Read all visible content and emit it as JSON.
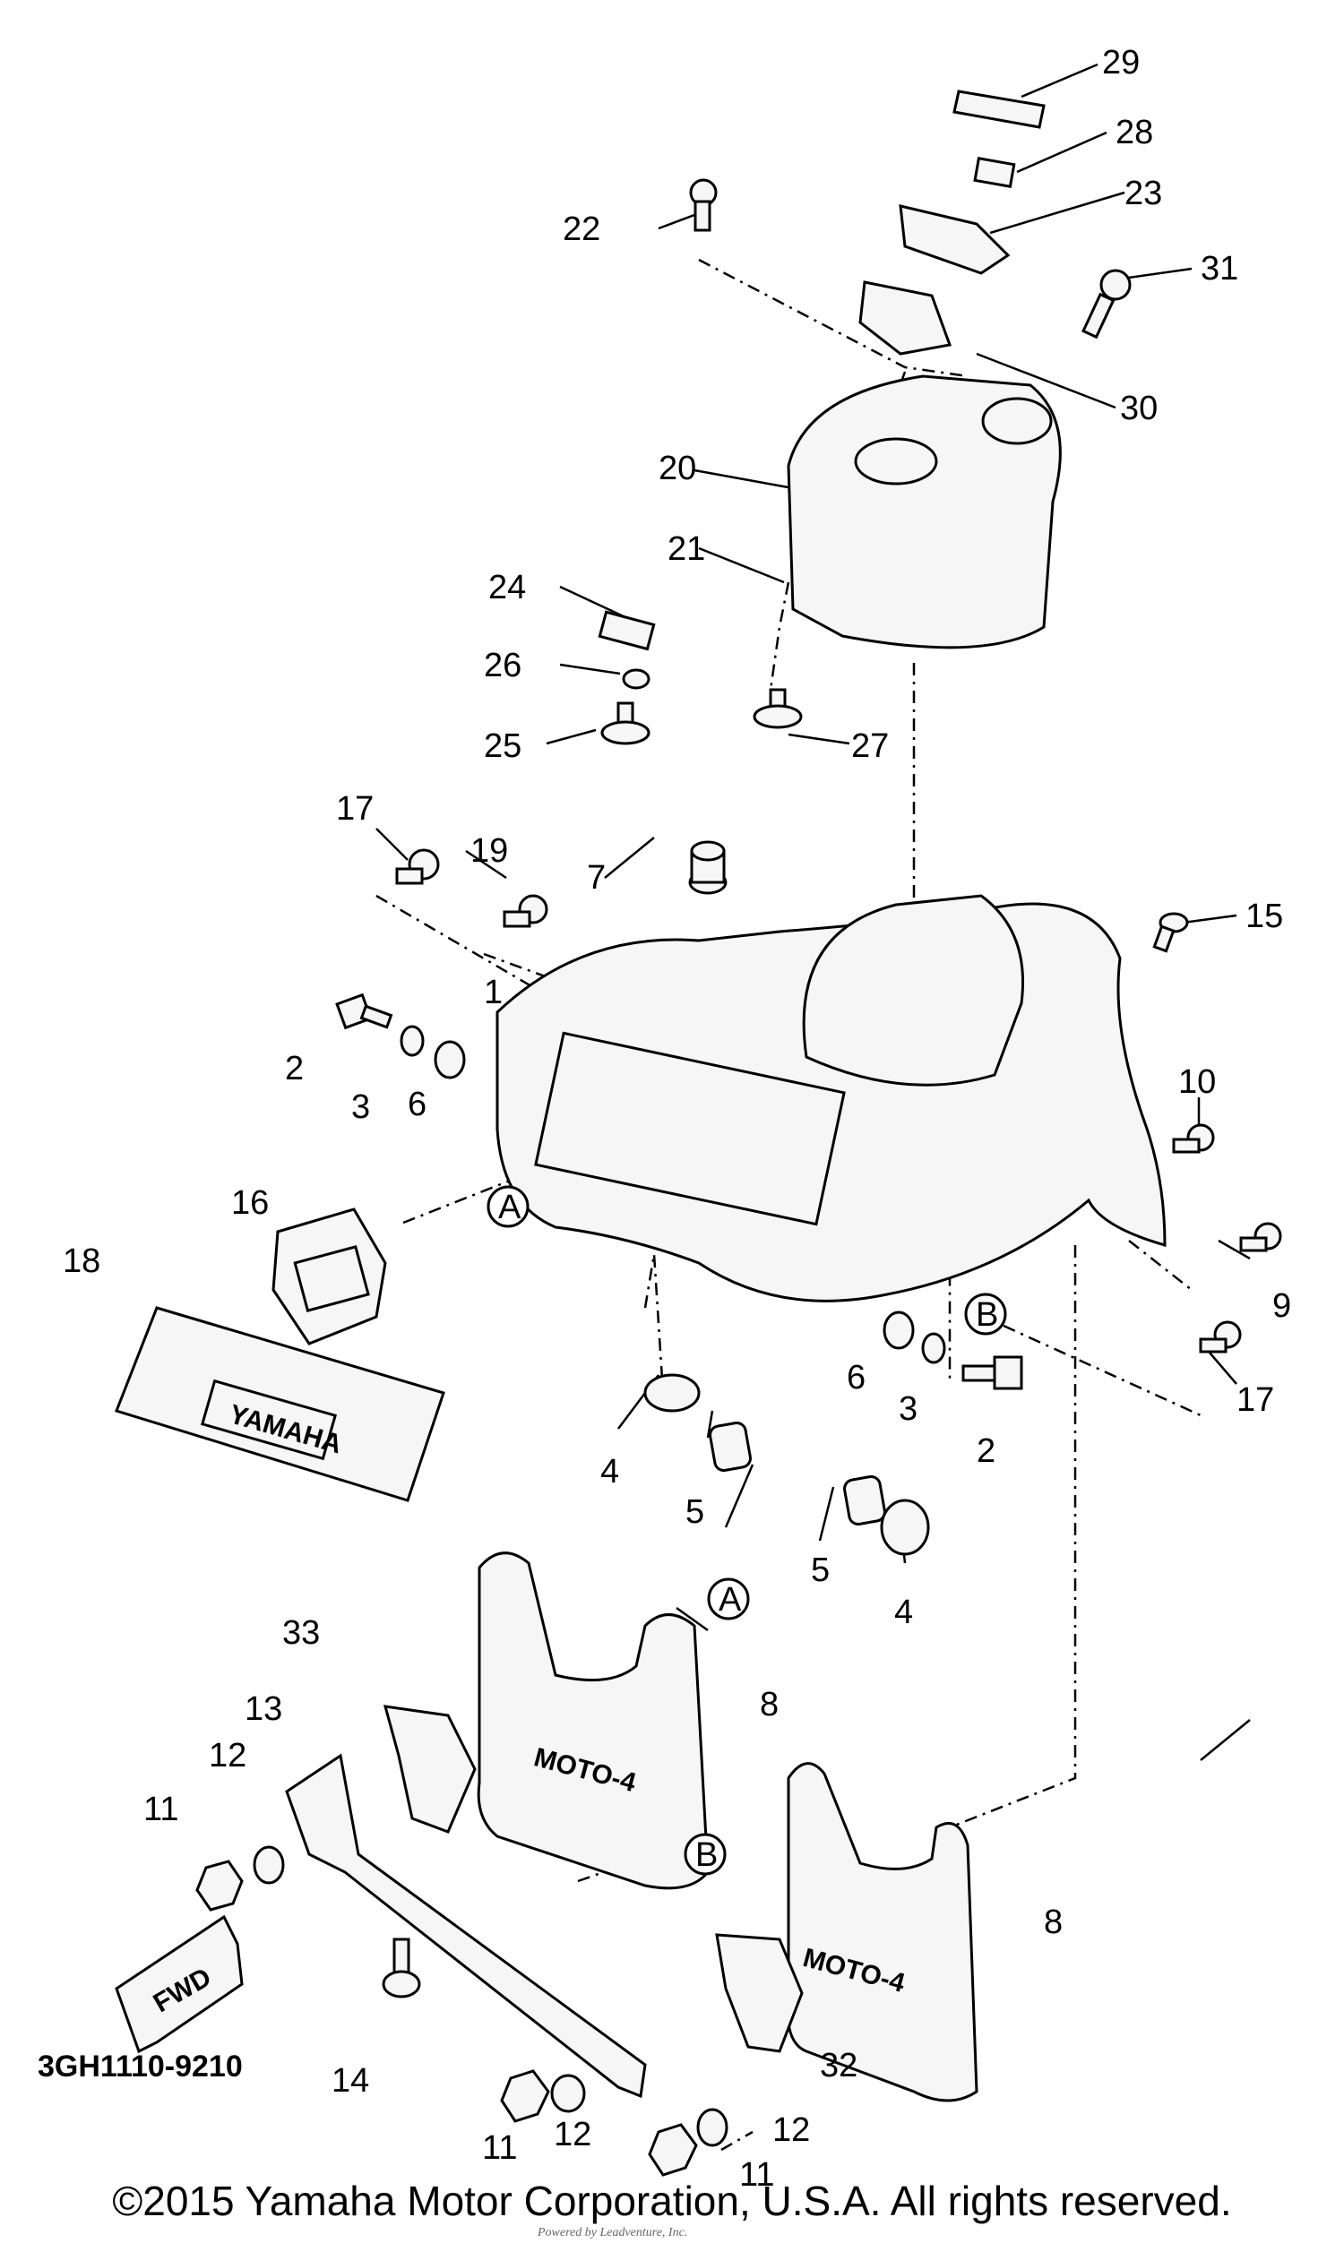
{
  "diagram": {
    "drawing_number": "3GH1110-9210",
    "direction_arrow": "FWD",
    "mudflap_text": "MOTO-4",
    "emblem_text": "YAMAHA",
    "ref_markers": [
      "A",
      "B"
    ],
    "callouts": [
      "29",
      "28",
      "23",
      "22",
      "31",
      "30",
      "20",
      "21",
      "24",
      "26",
      "25",
      "27",
      "17",
      "19",
      "7",
      "15",
      "2",
      "1",
      "3",
      "6",
      "16",
      "10",
      "9",
      "18",
      "6",
      "3",
      "2",
      "17",
      "4",
      "5",
      "5",
      "4",
      "8",
      "33",
      "13",
      "12",
      "11",
      "8",
      "14",
      "32",
      "11",
      "12",
      "12",
      "11"
    ]
  },
  "footer": {
    "copyright": "©2015 Yamaha Motor Corporation, U.S.A. All rights reserved.",
    "watermark": "Powered by Leadventure, Inc."
  }
}
